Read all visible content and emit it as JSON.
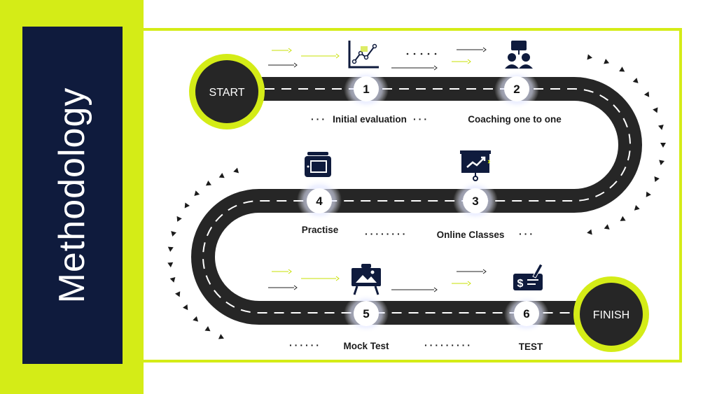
{
  "title": "Methodology",
  "start_label": "START",
  "finish_label": "FINISH",
  "colors": {
    "accent": "#d4ec17",
    "navy": "#0f1b3d",
    "road": "#262626",
    "marker": "#1b1b1b"
  },
  "steps": [
    {
      "number": "1",
      "label": "Initial evaluation",
      "icon": "line-chart-icon"
    },
    {
      "number": "2",
      "label": "Coaching one to one",
      "icon": "coaching-people-icon"
    },
    {
      "number": "3",
      "label": "Online Classes",
      "icon": "presentation-board-icon"
    },
    {
      "number": "4",
      "label": "Practise",
      "icon": "drawing-tablet-icon"
    },
    {
      "number": "5",
      "label": "Mock Test",
      "icon": "easel-icon"
    },
    {
      "number": "6",
      "label": "TEST",
      "icon": "check-payment-icon"
    }
  ]
}
